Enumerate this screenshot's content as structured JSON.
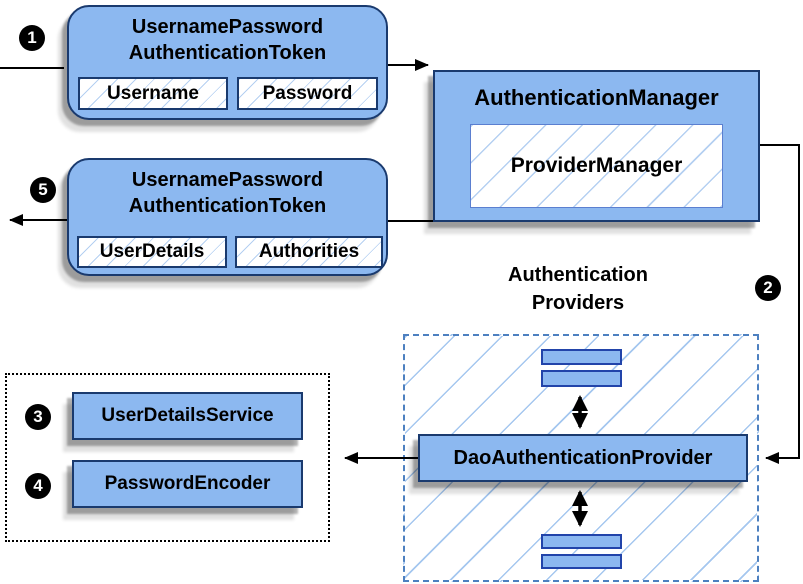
{
  "colors": {
    "node_fill": "#8cb8f0",
    "node_border": "#1a3a6e",
    "bar_border": "#2244aa",
    "hatch_light": "rgba(120,170,230,0.55)",
    "hatch_big": "#a5c7ef",
    "dashed_border": "#4d80c0",
    "line": "#000000"
  },
  "badges": {
    "step1": "1",
    "step2": "2",
    "step3": "3",
    "step4": "4",
    "step5": "5"
  },
  "nodes": {
    "token_request": {
      "title_line1": "UsernamePassword",
      "title_line2": "AuthenticationToken",
      "fields": [
        "Username",
        "Password"
      ]
    },
    "auth_manager": {
      "title": "AuthenticationManager",
      "inner": "ProviderManager"
    },
    "token_response": {
      "title_line1": "UsernamePassword",
      "title_line2": "AuthenticationToken",
      "fields": [
        "UserDetails",
        "Authorities"
      ]
    },
    "providers_group": {
      "title_line1": "Authentication",
      "title_line2": "Providers"
    },
    "dao_provider": {
      "title": "DaoAuthenticationProvider"
    },
    "user_details_service": {
      "title": "UserDetailsService"
    },
    "password_encoder": {
      "title": "PasswordEncoder"
    }
  }
}
